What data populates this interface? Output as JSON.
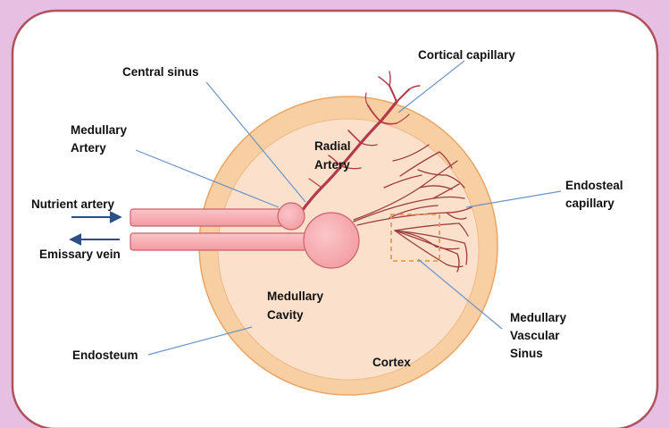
{
  "labels": {
    "cortical_capillary": "Cortical capillary",
    "central_sinus": "Central sinus",
    "medullary_artery": [
      "Medullary",
      "Artery"
    ],
    "radial_artery": [
      "Radial",
      "Artery"
    ],
    "endosteal_capillary": [
      "Endosteal",
      "capillary"
    ],
    "nutrient_artery": "Nutrient artery",
    "emissary_vein": "Emissary vein",
    "medullary_cavity": [
      "Medullary",
      "Cavity"
    ],
    "medullary_vascular_sinus": [
      "Medullary",
      "Vascular",
      "Sinus"
    ],
    "endosteum": "Endosteum",
    "cortex": "Cortex"
  },
  "colors": {
    "background": "#e6bfe3",
    "panel": "#ffffff",
    "panel_border": "#b0525e",
    "cortex": "#f8cfa2",
    "cortex_edge": "#e9a566",
    "medulla": "#fbe0cb",
    "vessel_fill": "#f7a9ae",
    "vessel_stroke": "#c9626c",
    "artery": "#b23a4a",
    "capillary": "#9b3c40",
    "arrow": "#2e4f86",
    "leader": "#6f93c7",
    "dashed_box": "#e59a4e"
  }
}
